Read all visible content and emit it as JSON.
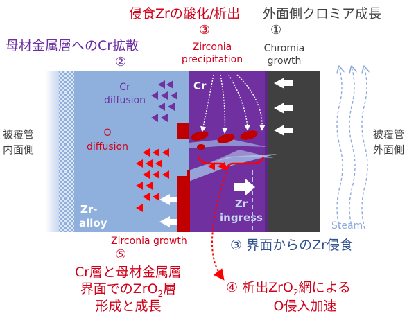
{
  "title_oxidation": "侵食Zrの酸化/析出",
  "num3_top": "③",
  "zirconia_precip_1": "Zirconia",
  "zirconia_precip_2": "precipitation",
  "title_chromia": "外面側クロミア成長",
  "num1": "①",
  "chromia_1": "Chromia",
  "chromia_2": "growth",
  "title_cr_diffusion": "母材金属層へのCr拡散",
  "num2": "②",
  "cr_diff_1": "Cr",
  "cr_diff_2": "diffusion",
  "o_diff_1": "O",
  "o_diff_2": "diffusion",
  "cr_layer": "Cr",
  "inner_side_1": "被覆管",
  "inner_side_2": "内面側",
  "outer_side_1": "被覆管",
  "outer_side_2": "外面側",
  "zr_alloy_1": "Zr-",
  "zr_alloy_2": "alloy",
  "zr_ingress_1": "Zr",
  "zr_ingress_2": "ingress",
  "steam": "Steam",
  "zirconia_growth": "Zirconia growth",
  "num5": "⑤",
  "zro2_title_1": "Cr層と母材金属層",
  "zro2_title_2a": "界面でのZrO",
  "zro2_title_2sub": "2",
  "zro2_title_2b": "層",
  "zro2_title_3": "形成と成長",
  "zr_erosion": "③ 界面からのZr侵食",
  "num4": "④",
  "o_accel_1a": "析出ZrO",
  "o_accel_1sub": "2",
  "o_accel_1b": "網による",
  "o_accel_2": "O侵入加速",
  "colors": {
    "alloy": "#8fb0dc",
    "cr_layer": "#7030a0",
    "chromia": "#404040",
    "zro2": "#c00000",
    "arrow_red": "#ff0000",
    "arrow_purple": "#7030a0",
    "steam": "#8faadc"
  }
}
